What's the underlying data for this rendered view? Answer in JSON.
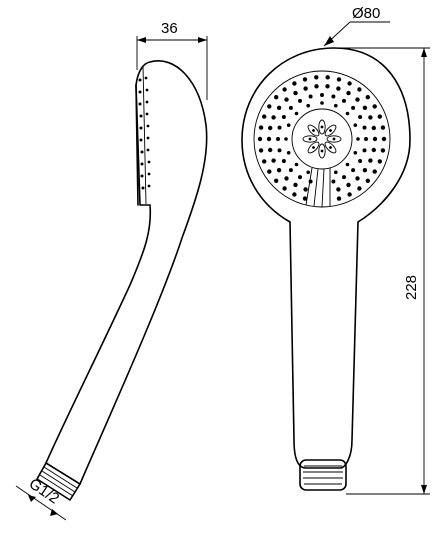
{
  "dimensions": {
    "width_label": "36",
    "diameter_label": "Ø80",
    "length_label": "228",
    "thread_label": "G1/2"
  },
  "colors": {
    "line": "#000000",
    "background": "#ffffff"
  }
}
